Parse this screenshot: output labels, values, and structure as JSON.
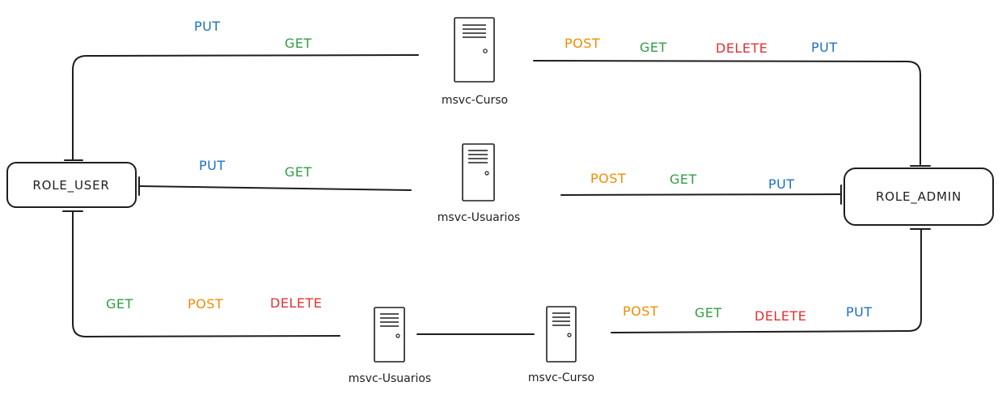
{
  "colors": {
    "put": "#1971c2",
    "get": "#2f9e44",
    "post": "#f08c00",
    "delete": "#e03131",
    "stroke": "#1e1e1e"
  },
  "roles": {
    "user": "ROLE_USER",
    "admin": "ROLE_ADMIN"
  },
  "servers": {
    "curso_top": "msvc-Curso",
    "usuarios_mid": "msvc-Usuarios",
    "usuarios_bottom": "msvc-Usuarios",
    "curso_bottom": "msvc-Curso"
  },
  "icons": {
    "server": "server-icon"
  },
  "methods": {
    "top_user": [
      "PUT",
      "GET"
    ],
    "top_admin": [
      "POST",
      "GET",
      "DELETE",
      "PUT"
    ],
    "mid_user": [
      "PUT",
      "GET"
    ],
    "mid_admin": [
      "POST",
      "GET",
      "PUT"
    ],
    "bottom_user": [
      "GET",
      "POST",
      "DELETE"
    ],
    "bottom_admin": [
      "POST",
      "GET",
      "DELETE",
      "PUT"
    ]
  }
}
